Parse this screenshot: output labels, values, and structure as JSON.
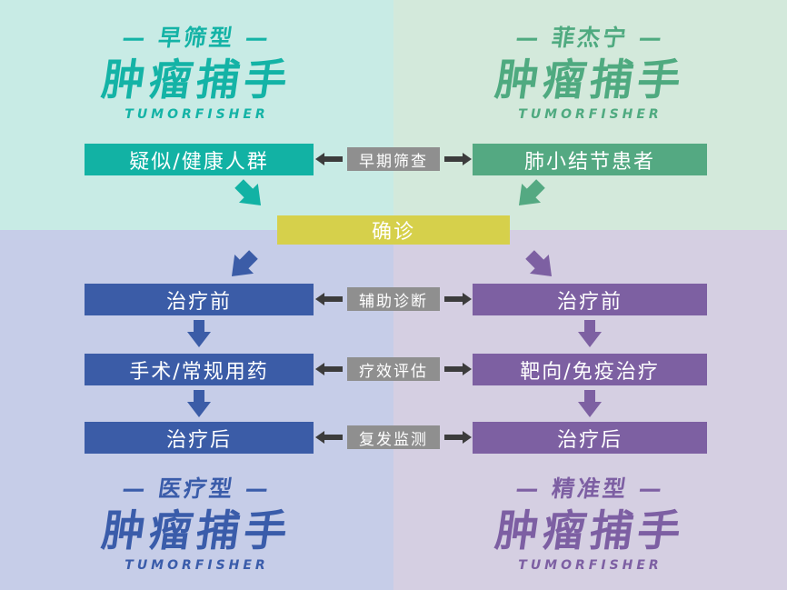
{
  "quadrants": {
    "top_left": {
      "title": "— 早筛型 —",
      "logo": "肿瘤捕手",
      "wordmark": "TUMORFISHER",
      "color": "#14b3a6",
      "bg": "#c8ebe5"
    },
    "top_right": {
      "title": "— 菲杰宁 —",
      "logo": "肿瘤捕手",
      "wordmark": "TUMORFISHER",
      "color": "#4faa80",
      "bg": "#d3e9db"
    },
    "bottom_left": {
      "title": "— 医疗型 —",
      "logo": "肿瘤捕手",
      "wordmark": "TUMORFISHER",
      "color": "#3a5caa",
      "bg": "#c6cde8"
    },
    "bottom_right": {
      "title": "— 精准型 —",
      "logo": "肿瘤捕手",
      "wordmark": "TUMORFISHER",
      "color": "#7d5fa3",
      "bg": "#d5cfe2"
    }
  },
  "flow": {
    "top_left_node": {
      "label": "疑似/健康人群",
      "color": "#12b2a4"
    },
    "top_right_node": {
      "label": "肺小结节患者",
      "color": "#54a982"
    },
    "confirm_node": {
      "label": "确诊",
      "color": "#d6d04b"
    },
    "left_column": [
      {
        "label": "治疗前"
      },
      {
        "label": "手术/常规用药"
      },
      {
        "label": "治疗后"
      }
    ],
    "right_column": [
      {
        "label": "治疗前"
      },
      {
        "label": "靶向/免疫治疗"
      },
      {
        "label": "治疗后"
      }
    ],
    "left_column_color": "#3b5ca7",
    "right_column_color": "#7d60a2",
    "connectors": [
      {
        "label": "早期筛查"
      },
      {
        "label": "辅助诊断"
      },
      {
        "label": "疗效评估"
      },
      {
        "label": "复发监测"
      }
    ],
    "connector_color": "#8f8f8f",
    "connector_arrow_color": "#3c3c3c"
  }
}
